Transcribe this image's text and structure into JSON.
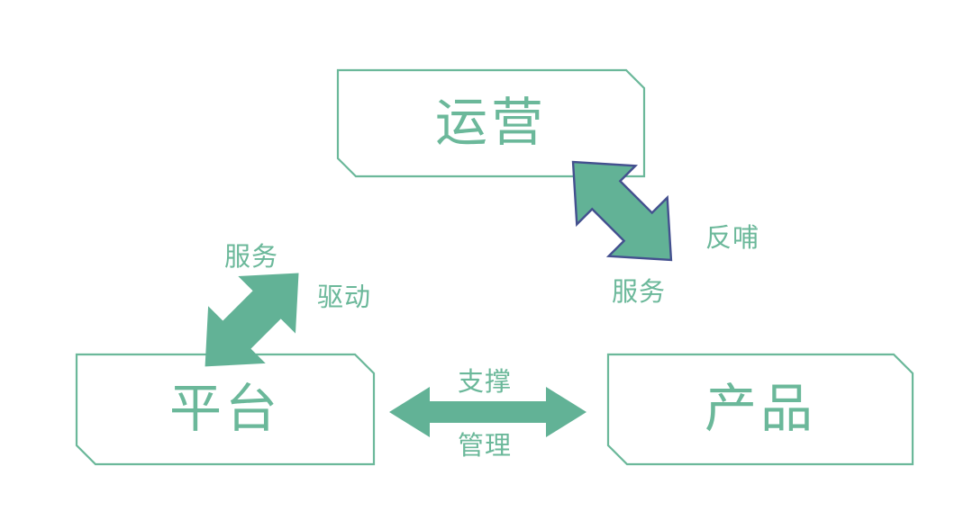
{
  "diagram": {
    "type": "triangular-relationship-diagram",
    "background_color": "#ffffff",
    "accent_color": "#6bb89a",
    "arrow_fill_color": "#62b296",
    "arrow_outline_color": "#44508f",
    "nodes": [
      {
        "id": "operation",
        "label": "运营",
        "position": "top"
      },
      {
        "id": "platform",
        "label": "平台",
        "position": "bottom-left"
      },
      {
        "id": "product",
        "label": "产品",
        "position": "bottom-right"
      }
    ],
    "connectors": [
      {
        "id": "platform-operation",
        "from": "platform",
        "to": "operation",
        "style": "double-headed",
        "outlined": false,
        "labels": [
          {
            "id": "left-service",
            "text": "服务",
            "side": "upper-left"
          },
          {
            "id": "left-drive",
            "text": "驱动",
            "side": "lower-right"
          }
        ]
      },
      {
        "id": "operation-product",
        "from": "operation",
        "to": "product",
        "style": "double-headed",
        "outlined": true,
        "labels": [
          {
            "id": "right-feedback",
            "text": "反哺",
            "side": "upper-right"
          },
          {
            "id": "right-service",
            "text": "服务",
            "side": "lower-left"
          }
        ]
      },
      {
        "id": "platform-product",
        "from": "platform",
        "to": "product",
        "style": "double-headed",
        "outlined": false,
        "labels": [
          {
            "id": "bottom-support",
            "text": "支撑",
            "side": "above"
          },
          {
            "id": "bottom-manage",
            "text": "管理",
            "side": "below"
          }
        ]
      }
    ]
  }
}
